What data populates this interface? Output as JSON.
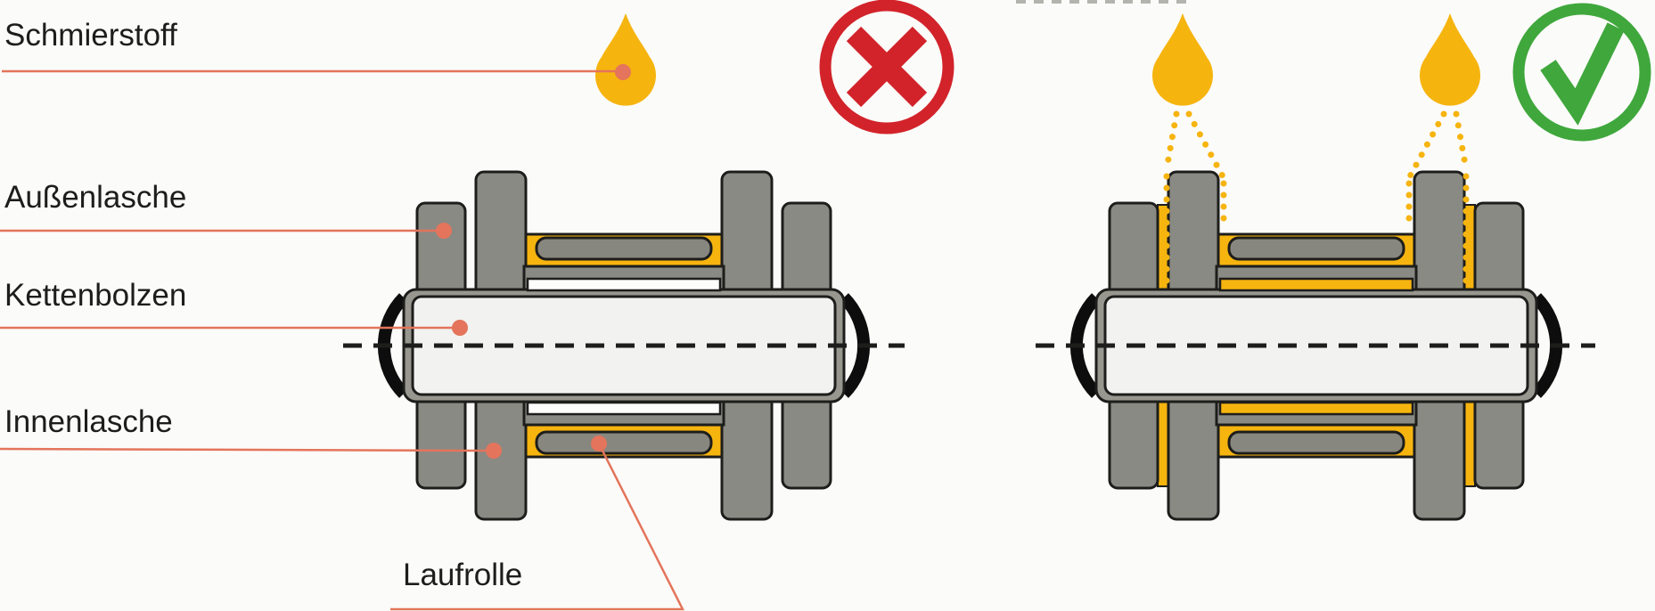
{
  "labels": {
    "lubricant": "Schmierstoff",
    "outer_plate": "Außenlasche",
    "pin": "Kettenbolzen",
    "inner_plate": "Innenlasche",
    "roller": "Laufrolle"
  },
  "figures": {
    "left": {
      "name": "incorrect-lubrication",
      "verdict_icon": "cross-circle"
    },
    "right": {
      "name": "correct-lubrication",
      "verdict_icon": "check-circle"
    }
  },
  "icons": {
    "lubricant_drop": "oil-drop",
    "wrong_mark": "red-cross-circle",
    "correct_mark": "green-check-circle"
  },
  "colors": {
    "lubricant_yellow": "#F6B40F",
    "leader_line_red": "#E4745B",
    "wrong_red": "#D2232A",
    "correct_green": "#3FA73C",
    "steel_gray": "#8A8A84",
    "roller_gray": "#87877F",
    "pin_body_gray": "#97978F",
    "pin_fill": "#F2F2F0",
    "outline_black": "#1D1D1B",
    "background": "#FBFBF9"
  }
}
